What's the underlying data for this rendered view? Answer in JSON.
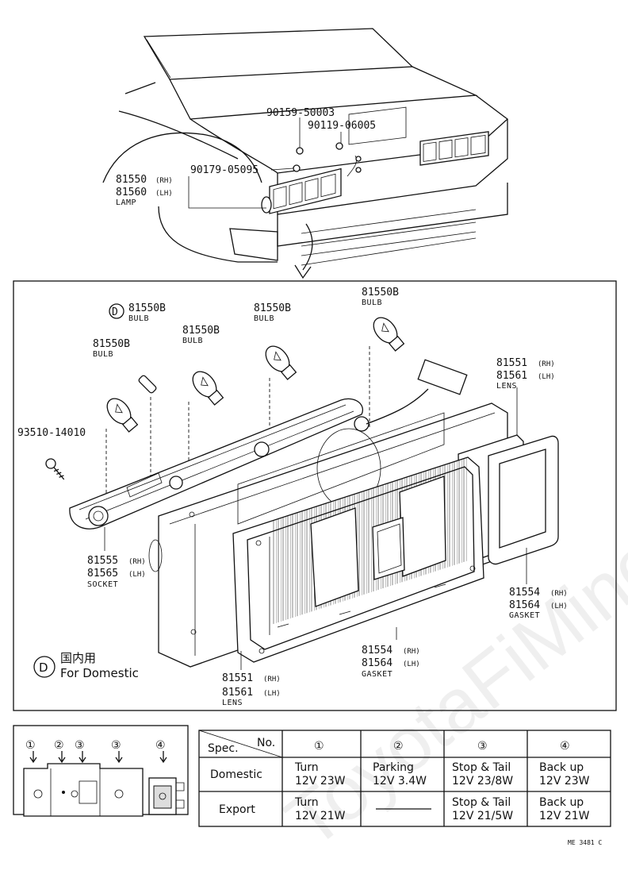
{
  "watermark": "ToyotaFiMine.ru",
  "car": {
    "lamp_no_rh": "81550",
    "lamp_no_lh": "81560",
    "side_rh": "(RH)",
    "side_lh": "(LH)",
    "lamp_label": "LAMP",
    "screw_1": "90159-50003",
    "screw_2": "90119-06005",
    "screw_3": "90179-05095"
  },
  "detail": {
    "bulb_1_no": "81550B",
    "bulb_1_label": "BULB",
    "bulb_2_no": "81550B",
    "bulb_2_label": "BULB",
    "bulb_3_no": "81550B",
    "bulb_3_label": "BULB",
    "bulb_4_no": "81550B",
    "bulb_4_label": "BULB",
    "bulb_5_no": "81550B",
    "bulb_5_label": "BULB",
    "domestic_mark": "D",
    "screw_no": "93510-14010",
    "lens_r_no_rh": "81551",
    "lens_r_no_lh": "81561",
    "lens_r_label": "LENS",
    "socket_no_rh": "81555",
    "socket_no_lh": "81565",
    "socket_label": "SOCKET",
    "gasket_r_no_rh": "81554",
    "gasket_r_no_lh": "81564",
    "gasket_r_label": "GASKET",
    "gasket_c_no_rh": "81554",
    "gasket_c_no_lh": "81564",
    "gasket_c_label": "GASKET",
    "lens_c_no_rh": "81551",
    "lens_c_no_lh": "81561",
    "lens_c_label": "LENS",
    "rh": "(RH)",
    "lh": "(LH)",
    "note_jp": "国内用",
    "note_en": "For Domestic"
  },
  "connector": {
    "pins": [
      "①",
      "②",
      "③",
      "③",
      "④"
    ]
  },
  "spec_table": {
    "header_spec": "Spec.",
    "header_no": "No.",
    "columns": [
      "①",
      "②",
      "③",
      "④"
    ],
    "rows": [
      {
        "name": "Domestic",
        "cells": [
          [
            "Turn",
            "12V 23W"
          ],
          [
            "Parking",
            "12V 3.4W"
          ],
          [
            "Stop & Tail",
            "12V 23/8W"
          ],
          [
            "Back up",
            "12V 23W"
          ]
        ]
      },
      {
        "name": "Export",
        "cells": [
          [
            "Turn",
            "12V 21W"
          ],
          [
            "",
            ""
          ],
          [
            "Stop & Tail",
            "12V 21/5W"
          ],
          [
            "Back up",
            "12V 21W"
          ]
        ]
      }
    ]
  },
  "drawing_code": "ME 3481 C"
}
